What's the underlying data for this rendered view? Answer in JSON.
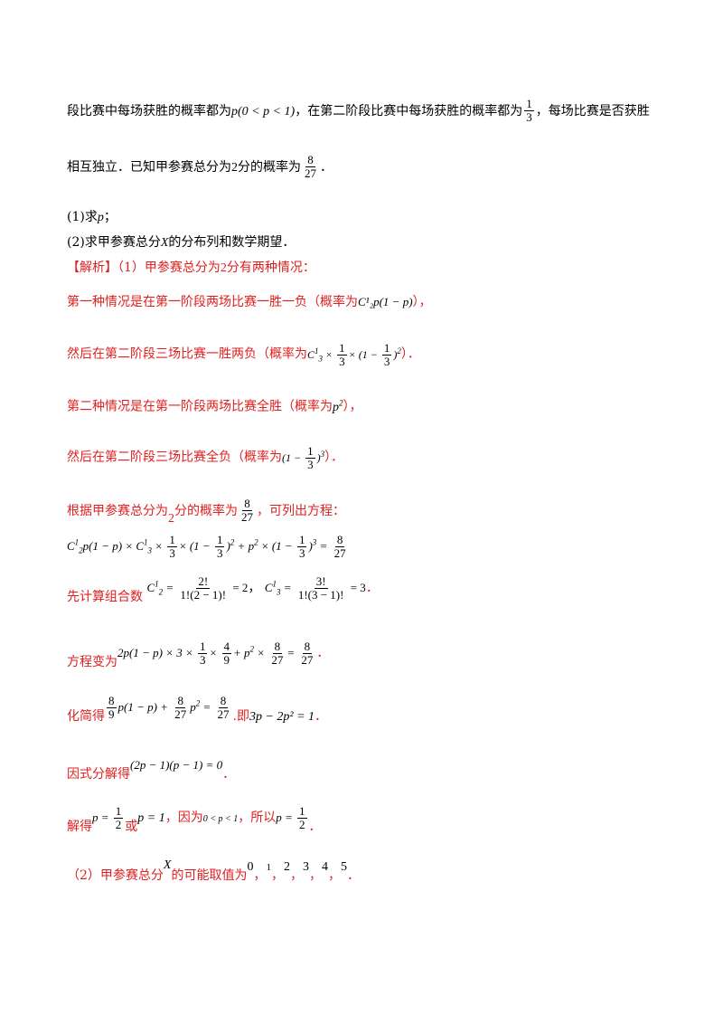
{
  "paragraph": {
    "line1": {
      "prefix": "段比赛中每场获胜的概率都为",
      "cond": "p(0 < p < 1)",
      "mid": "，在第二阶段比赛中每场获胜的概率都为",
      "frac_num": "1",
      "frac_den": "3",
      "suffix": "，每场比赛是否获胜"
    },
    "line2": {
      "prefix": "相互独立．已知甲参赛总分为",
      "two": "2",
      "mid": "分的概率为",
      "frac_num": "8",
      "frac_den": "27",
      "suffix": "．"
    }
  },
  "questions": {
    "q1_prefix": "(1)求",
    "q1_var": "p",
    "q1_suffix": "；",
    "q2_prefix": "(2)求甲参赛总分",
    "q2_var": "X",
    "q2_suffix": "的分布列和数学期望．"
  },
  "solution": {
    "head_label": "【解析】",
    "head_text": "（1）甲参赛总分为",
    "head_two": "2",
    "head_suffix": "分有两种情况：",
    "case1_a": "第一种情况是在第一阶段两场比赛一胜一负（概率为",
    "case1_a_math": "C¹₂p(1 − p)",
    "case1_a_end": "），",
    "case1_b": "然后在第二阶段三场比赛一胜两负（概率为",
    "case1_b_end": "）．",
    "case2_a": "第二种情况是在第一阶段两场比赛全胜（概率为",
    "case2_a_end": "），",
    "case2_b": "然后在第二阶段三场比赛全负（概率为",
    "case2_b_end": "）．",
    "eq_intro_a": "根据甲参赛总分为",
    "eq_intro_two": "2",
    "eq_intro_b": "分的概率为",
    "eq_intro_c": "，可列出方程：",
    "comb_label": "先计算组合数",
    "comb1_num": "2!",
    "comb1_den": "1!(2 − 1)!",
    "comb1_val": "= 2",
    "comb2_num": "3!",
    "comb2_den": "1!(3 − 1)!",
    "comb2_val": "= 3",
    "transform_label": "方程变为",
    "simplify_label": "化简得",
    "simplify_mid": "即",
    "simplify_eq": "3p − 2p² = 1",
    "factor_label": "因式分解得",
    "factor_eq": "(2p − 1)(p − 1) = 0",
    "solve_label": "解得",
    "solve_or": "或",
    "solve_p1": "p = 1",
    "solve_because": "，因为",
    "solve_cond": "0 < p < 1",
    "solve_so": "，所以",
    "part2_label": "（2）甲参赛总分",
    "part2_var": "X",
    "part2_text": "的可能取值为",
    "values": [
      "0",
      "1",
      "2",
      "3",
      "4",
      "5"
    ]
  },
  "colors": {
    "red": "#e02020",
    "black": "#000000"
  }
}
